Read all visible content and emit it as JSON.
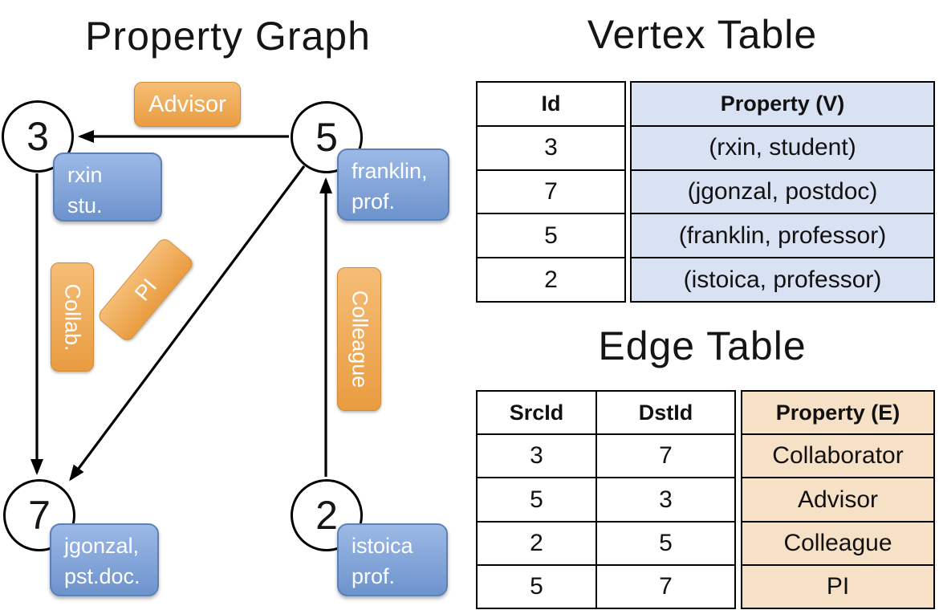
{
  "titles": {
    "graph_panel": "Property Graph",
    "vertex_table": "Vertex Table",
    "edge_table": "Edge Table"
  },
  "graph": {
    "nodes": [
      {
        "id": "3"
      },
      {
        "id": "5"
      },
      {
        "id": "7"
      },
      {
        "id": "2"
      }
    ],
    "edge_labels": {
      "advisor": "Advisor",
      "collab": "Collab.",
      "pi": "PI",
      "colleague": "Colleague"
    },
    "vertex_props": {
      "rxin": {
        "line1": "rxin",
        "line2": "stu."
      },
      "franklin": {
        "line1": "franklin,",
        "line2": "prof."
      },
      "jgonzal": {
        "line1": "jgonzal,",
        "line2": "pst.doc."
      },
      "istoica": {
        "line1": "istoica",
        "line2": "prof."
      }
    }
  },
  "vertex_table": {
    "headers": {
      "id": "Id",
      "property": "Property (V)"
    },
    "rows": [
      {
        "id": "3",
        "property": "(rxin, student)"
      },
      {
        "id": "7",
        "property": "(jgonzal, postdoc)"
      },
      {
        "id": "5",
        "property": "(franklin, professor)"
      },
      {
        "id": "2",
        "property": "(istoica, professor)"
      }
    ]
  },
  "edge_table": {
    "headers": {
      "src": "SrcId",
      "dst": "DstId",
      "property": "Property (E)"
    },
    "rows": [
      {
        "src": "3",
        "dst": "7",
        "property": "Collaborator"
      },
      {
        "src": "5",
        "dst": "3",
        "property": "Advisor"
      },
      {
        "src": "2",
        "dst": "5",
        "property": "Colleague"
      },
      {
        "src": "5",
        "dst": "7",
        "property": "PI"
      }
    ]
  },
  "colors": {
    "edge_label_fill_top": "#f5bd76",
    "edge_label_fill_bottom": "#e99c40",
    "edge_label_border": "#d18a36",
    "vertex_prop_fill_top": "#9cb9e6",
    "vertex_prop_fill_bottom": "#6d93cc",
    "vertex_prop_border": "#5d81b7",
    "vertex_property_column_bg": "#d9e2f3",
    "edge_property_column_bg": "#f7e1c6",
    "line_color": "#000000"
  }
}
